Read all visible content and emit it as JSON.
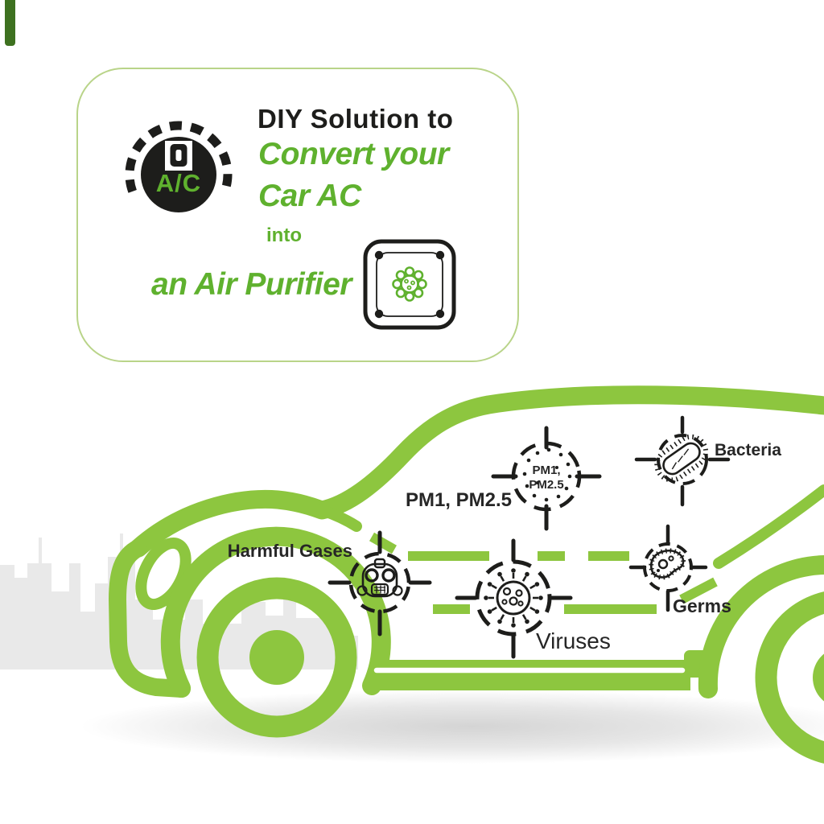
{
  "title_card": {
    "line1": "DIY Solution to",
    "line2": "Convert your",
    "line3": "Car AC",
    "line4": "into",
    "line5": "an Air Purifier",
    "ac_knob_label": "A/C"
  },
  "scene": {
    "labels": {
      "pm": "PM1, PM2.5",
      "pm_inner_1": "PM1,",
      "pm_inner_2": "PM2.5",
      "bacteria": "Bacteria",
      "harmful_gases": "Harmful Gases",
      "viruses": "Viruses",
      "germs": "Germs"
    }
  },
  "colors": {
    "car_green": "#8dc63f",
    "heading_green": "#5fb12e",
    "ink": "#1d1d1b",
    "label_ink": "#262626",
    "viruses_ink": "#3c3c3c",
    "skyline_gray": "#e9e9e9",
    "card_border": "#b9d489",
    "accent_bar_green": "#3e7120",
    "shadow_gray": "#d2d2d2"
  }
}
